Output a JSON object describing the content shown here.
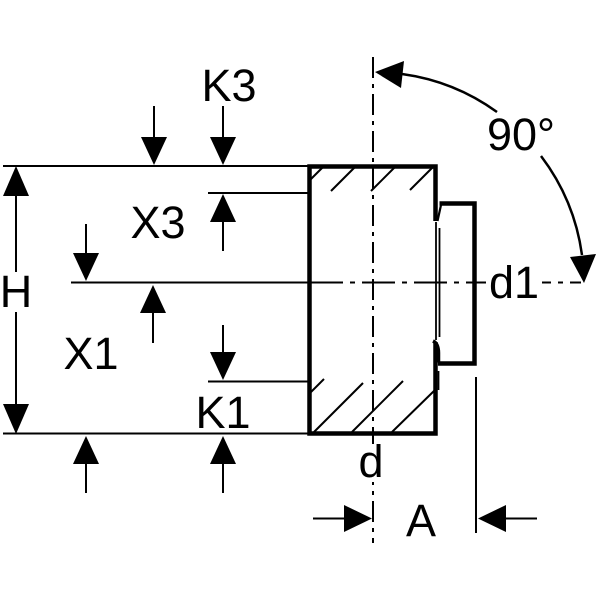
{
  "diagram": {
    "type": "pipe-fitting-section-dimension-drawing",
    "labels": {
      "k3": "K3",
      "x3": "X3",
      "h": "H",
      "x1": "X1",
      "k1": "K1",
      "d": "d",
      "d1": "d1",
      "a": "A",
      "angle": "90°"
    },
    "colors": {
      "line": "#000000",
      "background": "#ffffff"
    }
  }
}
